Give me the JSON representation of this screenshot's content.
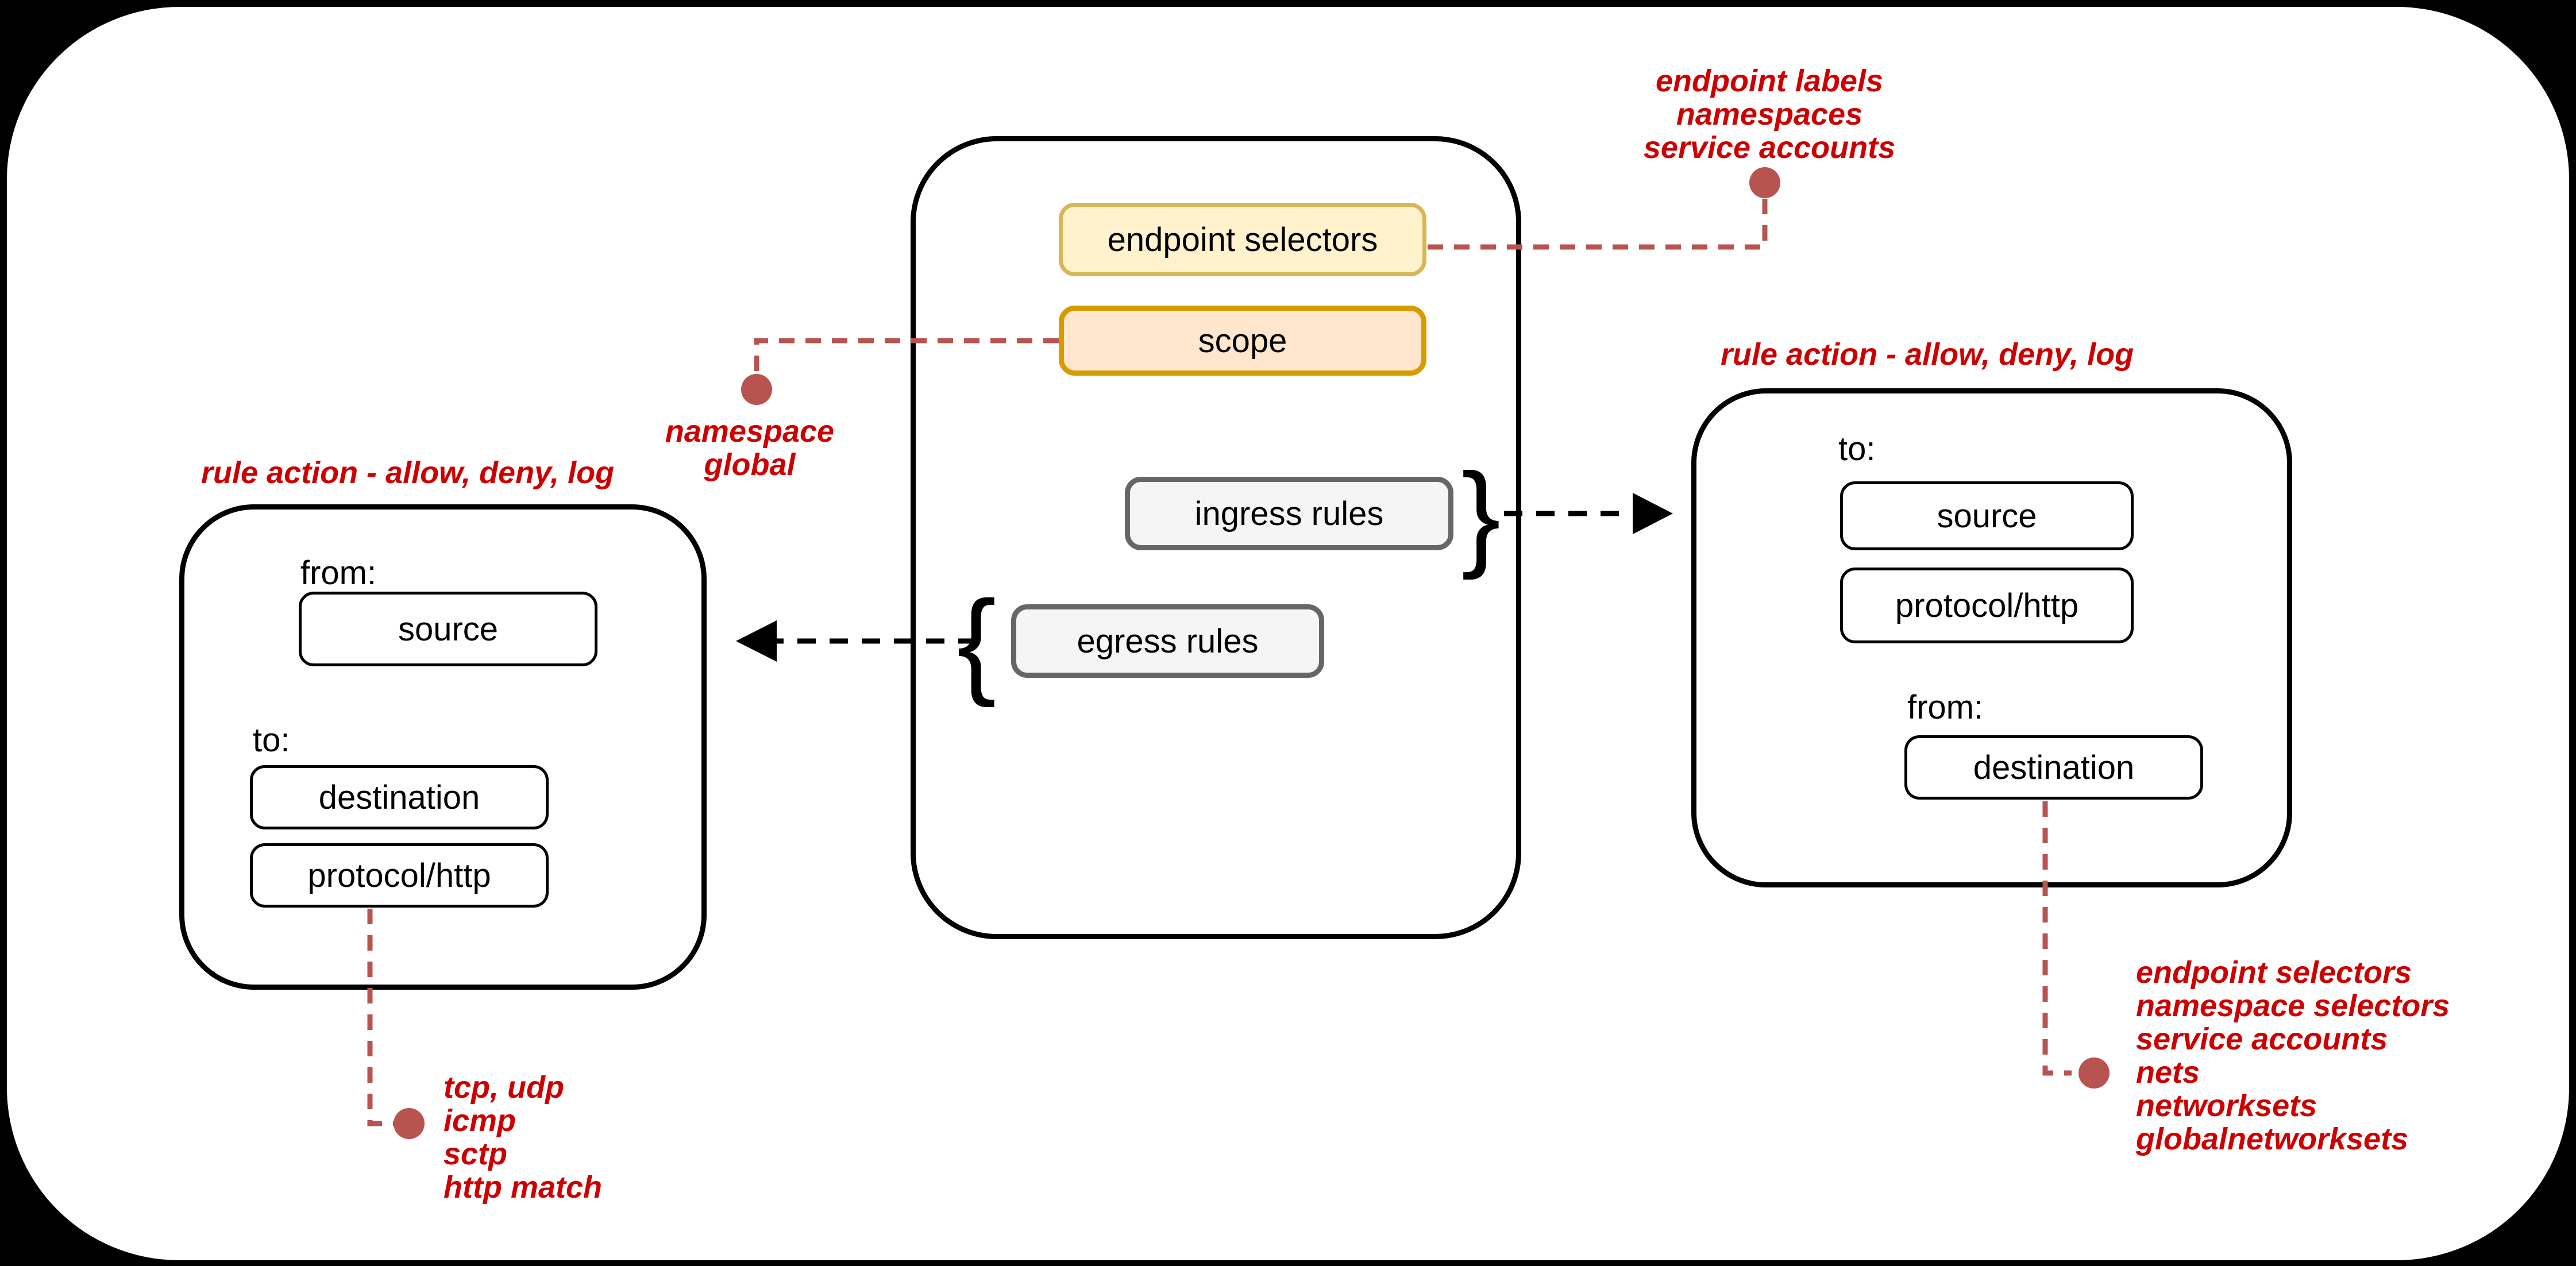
{
  "colors": {
    "accent_red": "#cc0000",
    "connector": "#b85450",
    "yellow_fill": "#fff2cc",
    "yellow_stroke": "#d6b656",
    "orange_fill": "#ffe6cc",
    "orange_stroke": "#d79b00",
    "gray_fill": "#f5f5f5",
    "gray_stroke": "#666666",
    "outline": "#000000"
  },
  "policy": {
    "endpoint_selectors": "endpoint selectors",
    "scope": "scope",
    "ingress_rules": "ingress rules",
    "egress_rules": "egress rules",
    "brace_close": "}",
    "brace_open": "{"
  },
  "egress_rule_box": {
    "title": "rule action - allow, deny, log",
    "from_label": "from:",
    "source": "source",
    "to_label": "to:",
    "destination": "destination",
    "protocol": "protocol/http"
  },
  "ingress_rule_box": {
    "title": "rule action - allow, deny, log",
    "to_label": "to:",
    "source": "source",
    "protocol": "protocol/http",
    "from_label": "from:",
    "destination": "destination"
  },
  "annotations": {
    "endpoint_selectors_note": [
      "endpoint labels",
      "namespaces",
      "service accounts"
    ],
    "scope_note": [
      "namespace",
      "global"
    ],
    "protocol_note": [
      "tcp, udp",
      "icmp",
      "sctp",
      "http match"
    ],
    "destination_note": [
      "endpoint selectors",
      "namespace selectors",
      "service accounts",
      "nets",
      "networksets",
      "globalnetworksets"
    ]
  }
}
